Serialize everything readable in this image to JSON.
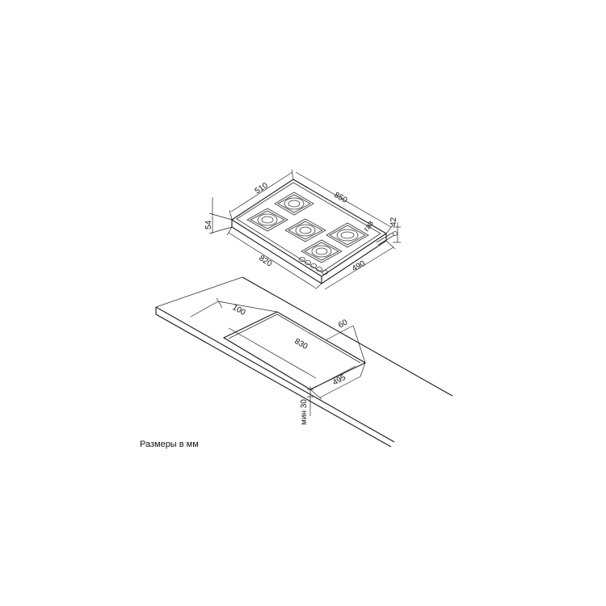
{
  "dimensions": {
    "hob_depth": "510",
    "hob_width": "850",
    "hob_height": "54",
    "gas_label": "газ",
    "gas_height": "42",
    "base_width": "820",
    "base_depth": "490",
    "cutout_back_offset": "100",
    "cutout_side_offset": "60",
    "cutout_width": "830",
    "cutout_depth": "495",
    "min_thickness": "мин 30"
  },
  "caption": "Размеры в мм"
}
